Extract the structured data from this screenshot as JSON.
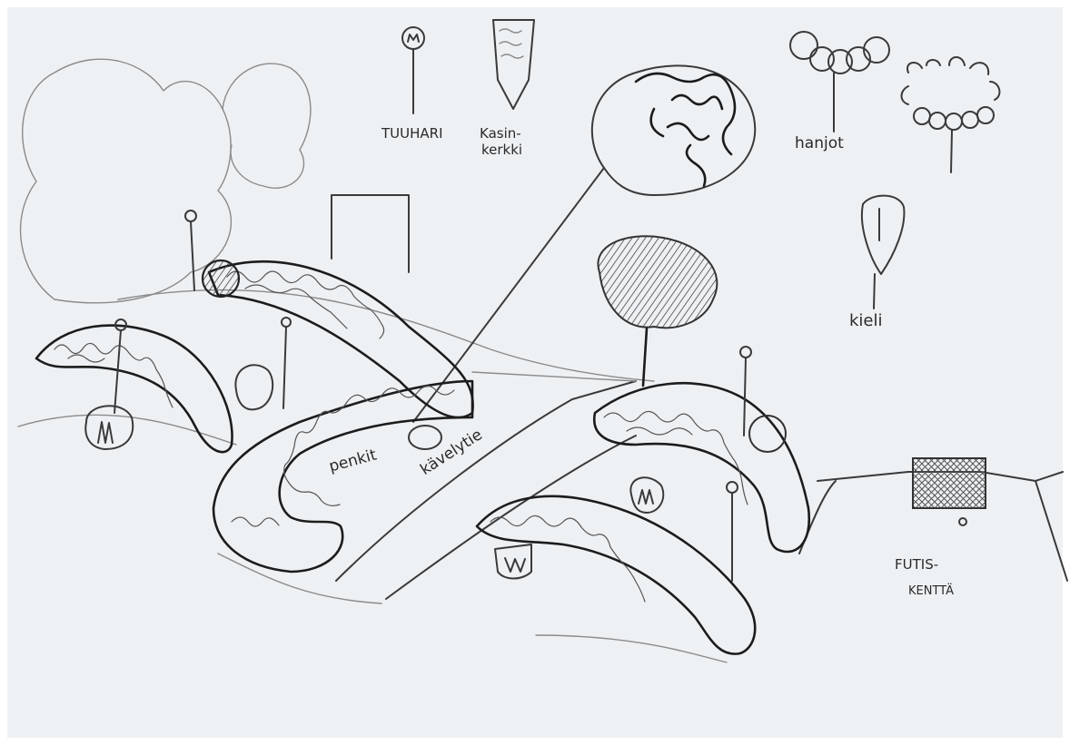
{
  "labels": {
    "tuuhari": "TUUHARI",
    "kasinkerkki_1": "Kasin-",
    "kasinkerkki_2": "kerkki",
    "hanjot": "hanjot",
    "kieli": "kieli",
    "penkit": "penkit",
    "kavelytie": "kävelytie",
    "futis_1": "FUTIS-",
    "futis_2": "KENTTÄ"
  },
  "colors": {
    "paper": "#eef1f4",
    "pencil": "#3a3a3a"
  }
}
